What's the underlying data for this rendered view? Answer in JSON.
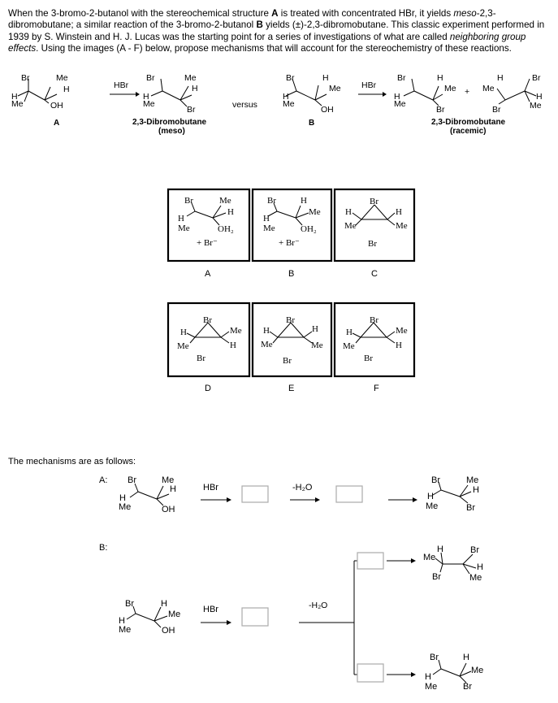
{
  "intro": {
    "p1": "When the 3-bromo-2-butanol with the stereochemical structure ",
    "labelA": "A",
    "p2": " is treated with concentrated HBr, it yields ",
    "meso": "meso",
    "p3": "-2,3-dibromobutane; a similar reaction of the 3-bromo-2-butanol ",
    "labelB": "B",
    "p4": " yields (±)-2,3-dibromobutane. This classic experiment performed in 1939 by S. Winstein and H. J. Lucas was the starting point for a series of investigations of what are called ",
    "ngefx": "neighboring group effects",
    "p5": ". Using the images (A - F) below, propose mechanisms that will account for the stereochemistry of these reactions."
  },
  "reactions": {
    "hbr": "HBr",
    "versus": "versus",
    "label_a": "A",
    "label_b": "B",
    "product_a_name": "2,3-Dibromobutane",
    "product_a_type": "(meso)",
    "product_b_name": "2,3-Dibromobutane",
    "product_b_type": "(racemic)",
    "plus": "+"
  },
  "panels": {
    "labels": [
      "A",
      "B",
      "C",
      "D",
      "E",
      "F"
    ],
    "counterion": "+ Br⁻"
  },
  "mechanisms": {
    "heading": "The mechanisms are as follows:",
    "a_label": "A:",
    "b_label": "B:",
    "hbr": "HBr",
    "minus_water": "-H₂O",
    "minus_water_small": "-H₂O"
  },
  "atoms": {
    "Br": "Br",
    "Me": "Me",
    "H": "H",
    "OH": "OH",
    "OH2": "OH₂"
  }
}
